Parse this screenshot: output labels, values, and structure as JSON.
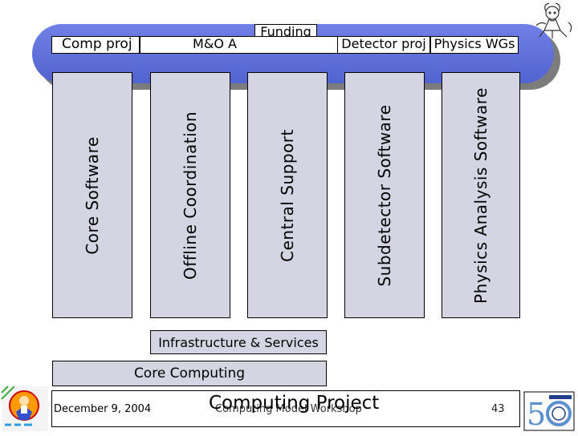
{
  "band": {
    "funding": "Funding",
    "comp_proj": "Comp proj",
    "mo": "M&O A",
    "detector_proj": "Detector proj",
    "physics_wgs": "Physics WGs"
  },
  "columns": [
    "Core Software",
    "Offline Coordination",
    "Central Support",
    "Subdetector Software",
    "Physics Analysis Software"
  ],
  "infrastructure": "Infrastructure & Services",
  "core_computing": "Core Computing",
  "footer": {
    "date": "December 9, 2004",
    "title": "Computing Project",
    "subtitle": "Computing Model Workshop",
    "page": "43"
  },
  "colors": {
    "band": "#5a6bd8",
    "column_fill": "#d4d4e2",
    "shadow": "#7c7c7c"
  },
  "icons": [
    "alice-logo",
    "cern-50-logo",
    "mascot-drawing"
  ]
}
